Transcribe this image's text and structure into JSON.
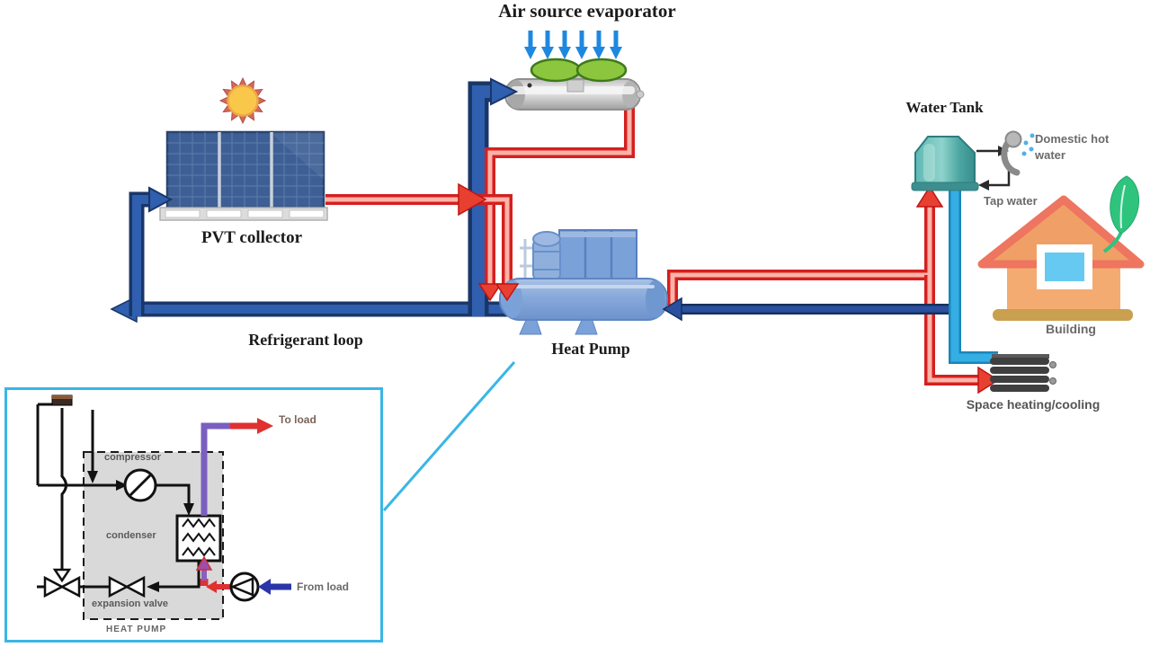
{
  "diagram": {
    "title": "Air source evaporator",
    "labels": {
      "pvt_collector": "PVT collector",
      "refrigerant_loop": "Refrigerant loop",
      "heat_pump": "Heat Pump",
      "water_tank": "Water Tank",
      "domestic_hot_water": "Domestic hot water",
      "tap_water": "Tap water",
      "building": "Building",
      "space_heating_cooling": "Space heating/cooling"
    }
  },
  "inset": {
    "labels": {
      "compressor": "compressor",
      "condenser": "condenser",
      "expansion_valve": "expansion valve",
      "heat_pump": "HEAT PUMP",
      "to_load": "To load",
      "from_load": "From load"
    }
  },
  "colors": {
    "hot_pipe": "#d42020",
    "hot_pipe_core": "#ffb3a7",
    "cold_pipe": "#2f5fae",
    "cold_pipe_edge": "#1a3668",
    "tap_cold_pipe": "#35aee4",
    "inset_border": "#3ab6e6",
    "tank": "#4aa5a0",
    "building_wall": "#f4ab72",
    "roof": "#ee7560",
    "leaf": "#2fc47e",
    "fan": "#8cc63f",
    "purple_line": "#7a5fc0",
    "from_load_blue": "#2b35a8"
  }
}
